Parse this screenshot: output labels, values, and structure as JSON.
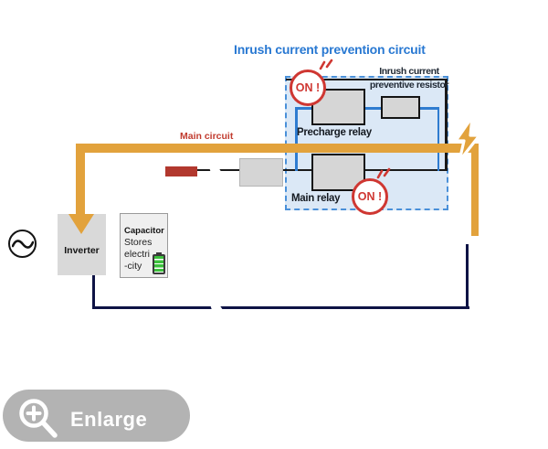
{
  "header": {
    "title": "Inrush current prevention circuit"
  },
  "labels": {
    "main_circuit": "Main circuit"
  },
  "inrush": {
    "resistor_line1": "Inrush current",
    "resistor_line2": "preventive resistor",
    "precharge": "Precharge relay",
    "main_relay": "Main relay"
  },
  "badges": {
    "on": "ON !"
  },
  "inverter": {
    "label": "Inverter"
  },
  "capacitor": {
    "title": "Capacitor",
    "line1": "Stores",
    "line2": "electri",
    "line3": "-city"
  },
  "enlarge": {
    "label": "Enlarge"
  },
  "colors": {
    "accent_orange": "#e2a23c",
    "badge_red": "#cf3732",
    "title_blue": "#2878d2",
    "box_fill_blue": "#dbe8f6",
    "wire_blue": "#2f7cd0",
    "wire_navy": "#0e1345",
    "main_circuit_red": "#c13b2e",
    "battery_green": "#3cc13c"
  }
}
